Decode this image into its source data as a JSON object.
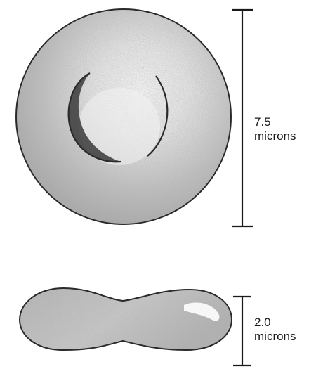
{
  "diameter": {
    "value": "7.5",
    "unit": "microns"
  },
  "thickness": {
    "value": "2.0",
    "unit": "microns"
  },
  "colors": {
    "cell_fill": "#b8b8b8",
    "cell_outline": "#2a2a2a",
    "highlight": "#f4f4f4",
    "scale_bar": "#1a1a1a"
  }
}
